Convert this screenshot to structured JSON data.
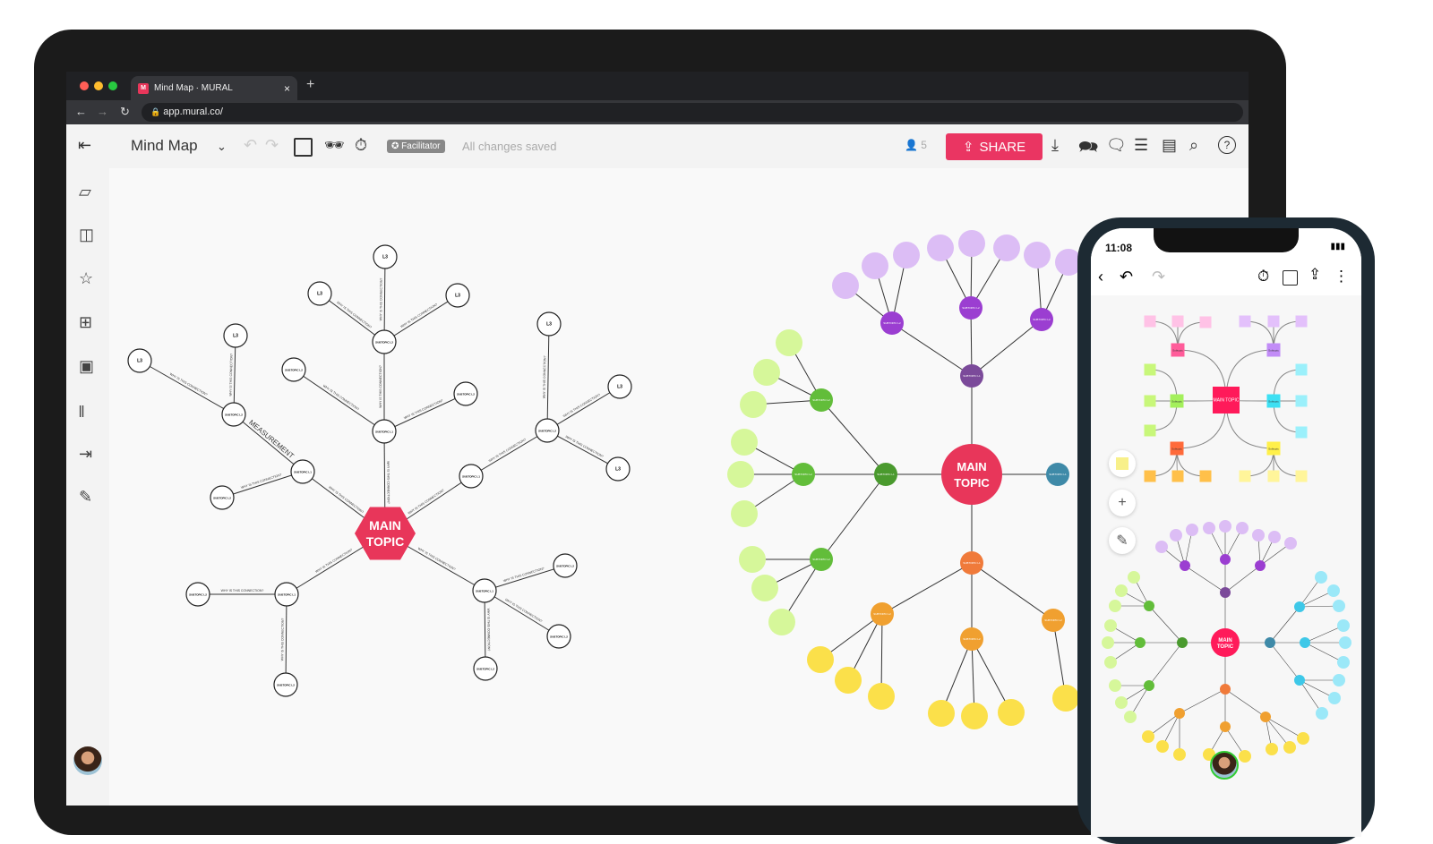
{
  "browser": {
    "tab_title": "Mind Map · MURAL",
    "tab_logo": "M",
    "url": "app.mural.co/",
    "new_tab": "+",
    "close": "×"
  },
  "toolbar": {
    "mural_title": "Mind Map",
    "facilitator_badge": "✪ Facilitator",
    "save_status": "All changes saved",
    "participants": "5",
    "share_label": "SHARE"
  },
  "mindmap_left": {
    "main": [
      "MAIN",
      "TOPIC"
    ],
    "l1": "SUBTOPIC L1",
    "l2": "SUBTOPIC L2",
    "l3": "L3",
    "edge_label": "WHY IS THIS CONNECTION?",
    "measurement_label": "MEASUREMENT"
  },
  "mindmap_right": {
    "main": [
      "MAIN",
      "TOPIC"
    ],
    "l1": "SUBTOPIC L1",
    "l2": "SUBTOPIC L2",
    "colors": {
      "main": "#e8365a",
      "purple_l1": "#7b4a9a",
      "purple_l2": "#9b3ed1",
      "purple_l3": "#dcbdf5",
      "green_l1": "#4a9a2e",
      "green_l2": "#62bd3a",
      "green_l3": "#d6f79a",
      "orange_l1": "#f07a3a",
      "orange_l2": "#f0a030",
      "yellow_l3": "#fbe04a",
      "blue_l1": "#3f8aa8"
    }
  },
  "phone": {
    "time": "11:08",
    "map_main": "MAIN TOPIC",
    "map_sub": "Subtopic",
    "map2_main": [
      "MAIN",
      "TOPIC"
    ]
  }
}
